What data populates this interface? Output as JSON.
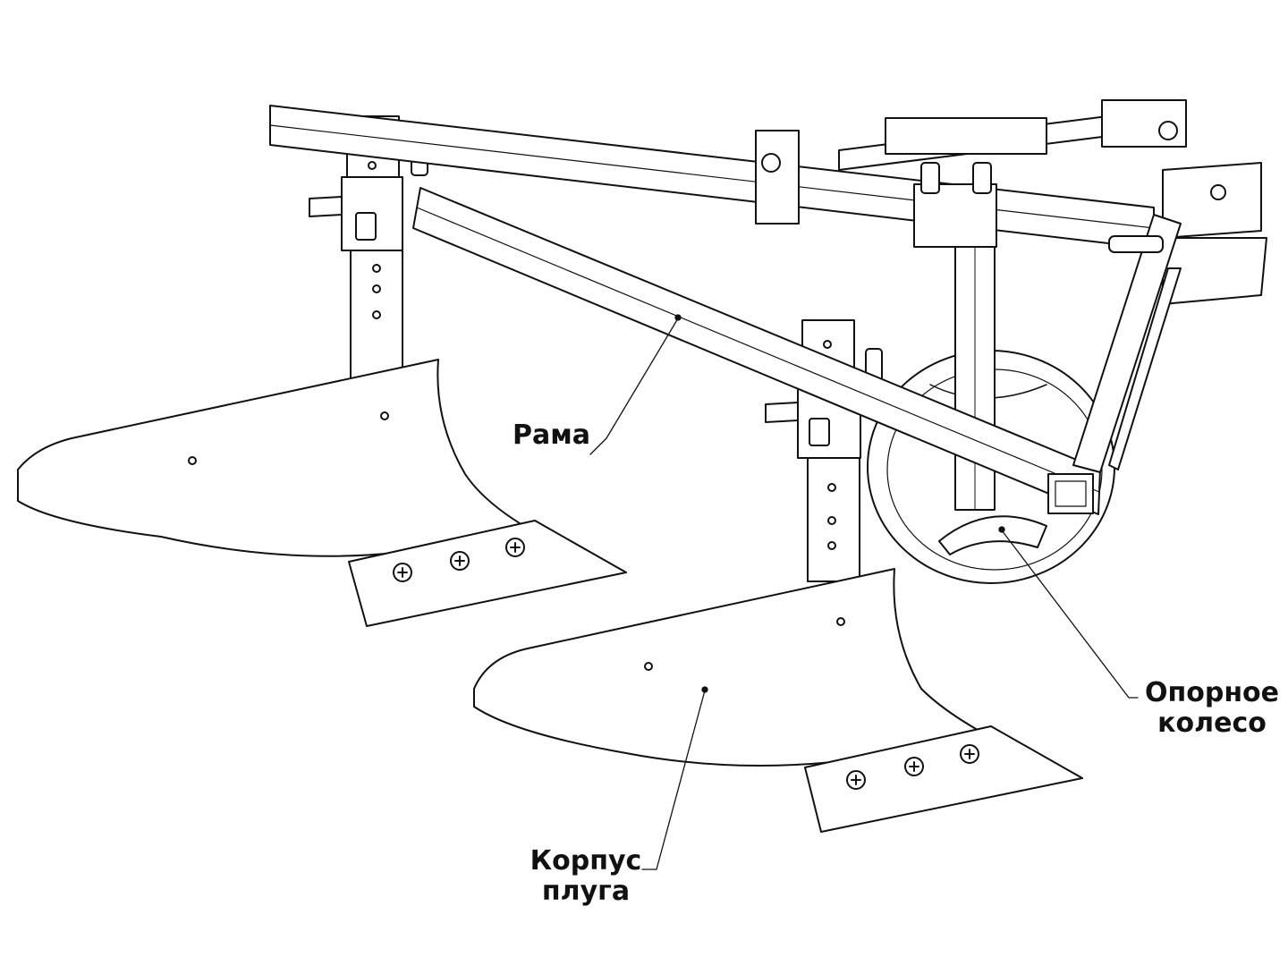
{
  "labels": {
    "frame": "Рама",
    "support_wheel": [
      "Опорное",
      "колесо"
    ],
    "plow_body": [
      "Корпус",
      "плуга"
    ]
  },
  "colors": {
    "line": "#111111",
    "fill": "#ffffff"
  }
}
